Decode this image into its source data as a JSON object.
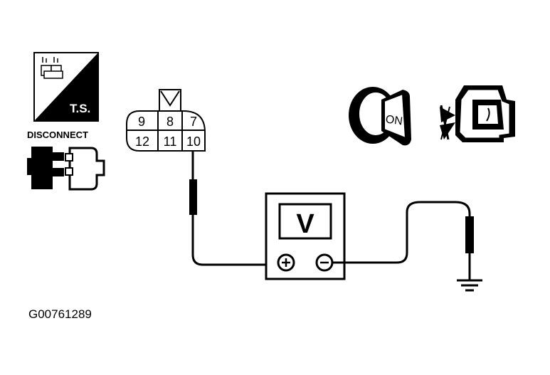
{
  "icons": {
    "ts": {
      "label": "T.S."
    },
    "disconnect": {
      "label": "DISCONNECT"
    },
    "ignition": {
      "label": "ON"
    }
  },
  "connector": {
    "pins_top": [
      "9",
      "8",
      "7"
    ],
    "pins_bottom": [
      "12",
      "11",
      "10"
    ]
  },
  "meter": {
    "letter": "V"
  },
  "figure_id": "G00761289"
}
